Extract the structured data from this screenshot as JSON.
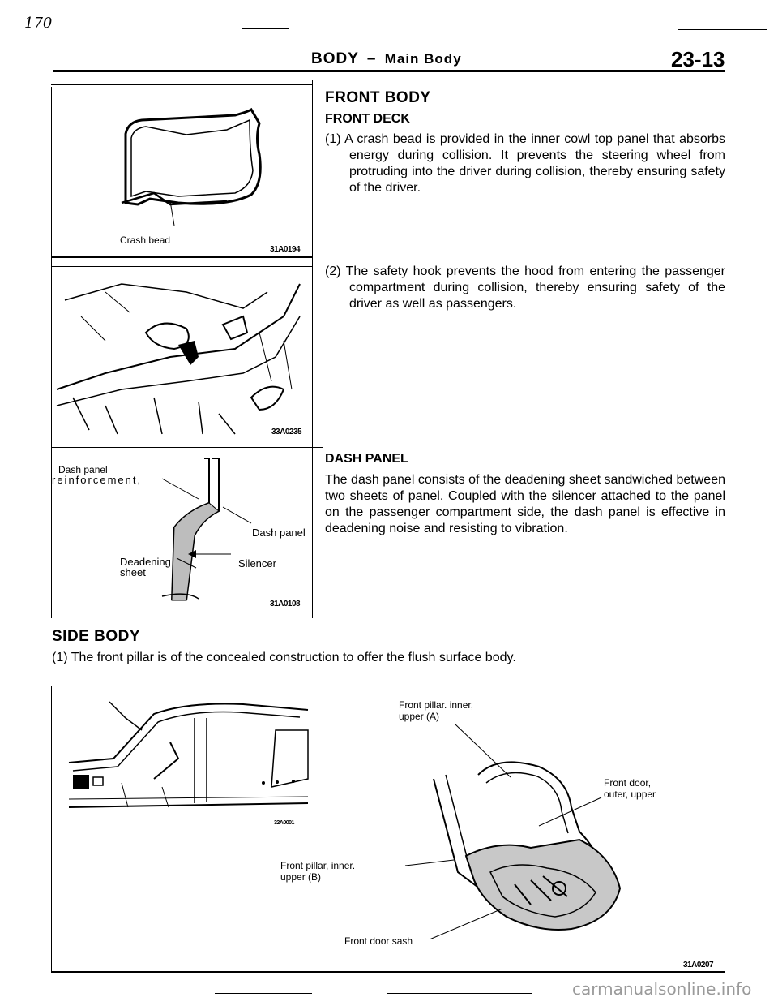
{
  "page": {
    "handwritten_mark": "170",
    "header_title": "BODY",
    "header_dash": "–",
    "header_subtitle": "Main Body",
    "page_number": "23-13",
    "watermark": "carmanualsonline.info"
  },
  "front_body": {
    "title": "FRONT BODY",
    "front_deck": {
      "heading": "FRONT DECK",
      "item1": "(1) A crash bead is provided in the inner cowl top panel that absorbs energy during collision. It prevents the steering wheel from protruding into the driver during collision, thereby ensuring safety of the driver.",
      "item2": "(2) The safety hook prevents the hood from entering the passenger compartment during collision, thereby ensuring safety of the driver as well as passengers."
    },
    "dash_panel": {
      "heading": "DASH PANEL",
      "body": "The dash panel consists of the deadening sheet sandwiched between two sheets of panel. Coupled with the silencer attached to the panel on the passenger compartment side, the dash panel is effective in deadening noise and resisting to vibration."
    }
  },
  "figures": {
    "fig1": {
      "label_crash_bead": "Crash bead",
      "code": "31A0194"
    },
    "fig2": {
      "code": "33A0235"
    },
    "fig3": {
      "label_reinforcement_1": "Dash panel",
      "label_reinforcement_2": "reinforcement,",
      "label_dash_panel": "Dash panel",
      "label_deadening_1": "Deadening",
      "label_deadening_2": "sheet",
      "label_silencer": "Silencer",
      "code": "31A0108"
    },
    "fig4": {
      "label_pillar_a_1": "Front pillar. inner,",
      "label_pillar_a_2": "upper (A)",
      "label_door_outer_1": "Front door,",
      "label_door_outer_2": "outer, upper",
      "label_pillar_b_1": "Front pillar, inner.",
      "label_pillar_b_2": "upper (B)",
      "label_door_sash": "Front door sash",
      "small_code": "32A0001",
      "code": "31A0207"
    }
  },
  "side_body": {
    "title": "SIDE BODY",
    "item1": "(1) The front pillar is of the concealed construction to offer the flush surface body."
  }
}
